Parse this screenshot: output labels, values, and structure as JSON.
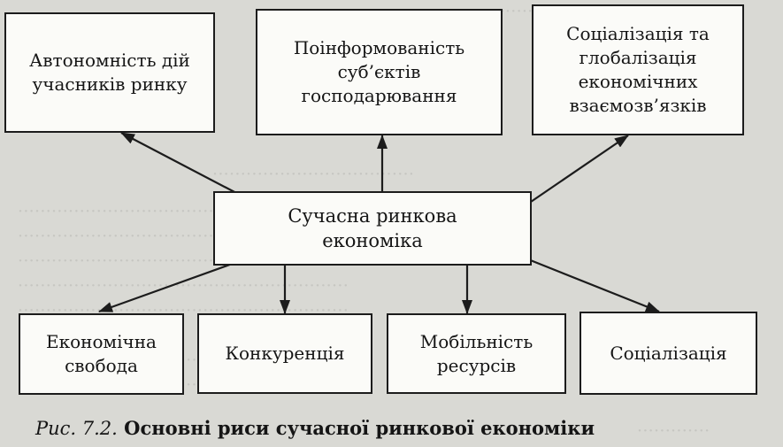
{
  "top_boxes": [
    {
      "text": "Автономність дій учасників ринку"
    },
    {
      "text": "Поінформованість суб’єктів господарювання"
    },
    {
      "text": "Соціалізація та глобалізація економічних взаємозв’язків"
    }
  ],
  "center_box": {
    "text": "Сучасна ринкова економіка"
  },
  "bottom_boxes": [
    {
      "text": "Економічна свобода"
    },
    {
      "text": "Конкуренція"
    },
    {
      "text": "Мобільність ресурсів"
    },
    {
      "text": "Соціалізація"
    }
  ],
  "caption": {
    "label": "Рис. 7.2.",
    "title": "Основні риси сучасної ринкової економіки"
  }
}
